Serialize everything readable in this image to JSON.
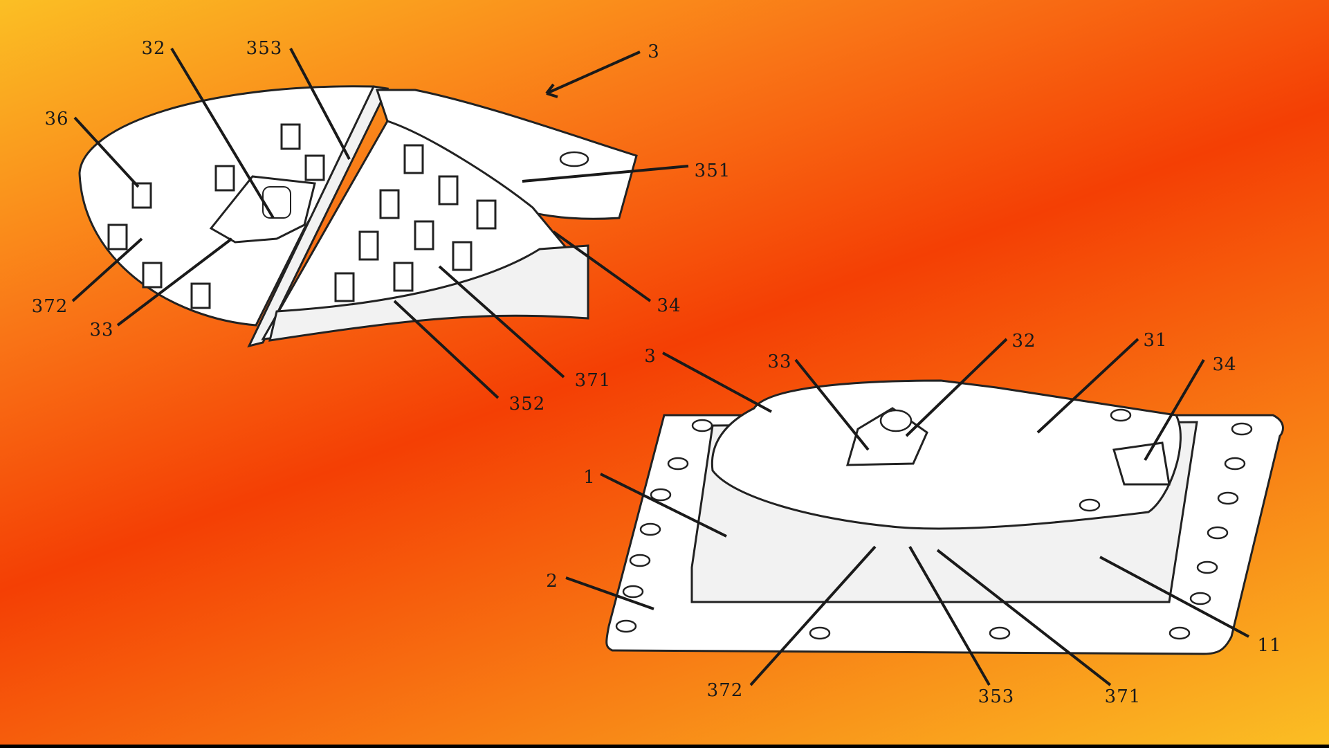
{
  "colors": {
    "background_start": "#fbbf24",
    "background_mid": "#f43f04",
    "line": "#1a1a1a",
    "part_fill": "#ffffff"
  },
  "labels": {
    "top_32": "32",
    "top_353": "353",
    "top_3": "3",
    "top_36": "36",
    "top_351": "351",
    "top_372": "372",
    "top_33": "33",
    "top_34": "34",
    "top_371": "371",
    "top_352": "352",
    "bot_3": "3",
    "bot_33": "33",
    "bot_32": "32",
    "bot_31": "31",
    "bot_34": "34",
    "bot_1": "1",
    "bot_2": "2",
    "bot_11": "11",
    "bot_372": "372",
    "bot_353": "353",
    "bot_371": "371"
  }
}
